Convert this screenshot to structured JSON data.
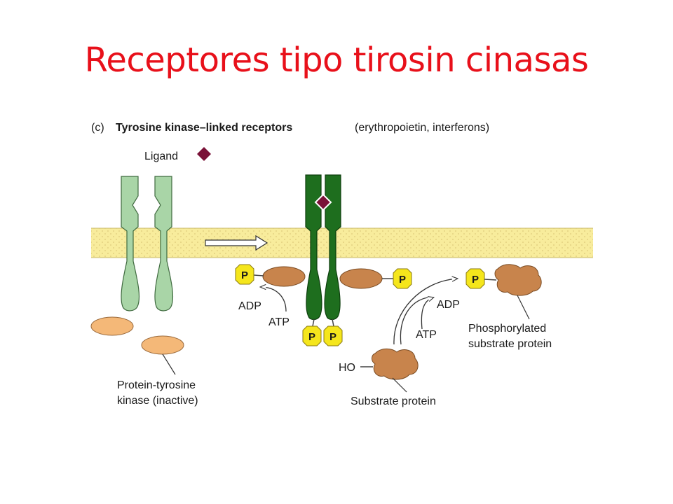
{
  "title": "Receptores tipo tirosin cinasas",
  "diagram": {
    "panel_letter": "(c)",
    "panel_heading": "Tyrosine kinase–linked receptors",
    "panel_examples": "(erythropoietin, interferons)",
    "ligand_label": "Ligand",
    "phosphate_symbol": "P",
    "adp_label": "ADP",
    "atp_label": "ATP",
    "ho_label": "HO",
    "inactive_kinase_label_line1": "Protein-tyrosine",
    "inactive_kinase_label_line2": "kinase (inactive)",
    "substrate_label": "Substrate protein",
    "phosphorylated_label_line1": "Phosphorylated",
    "phosphorylated_label_line2": "substrate protein"
  },
  "colors": {
    "title_red": "#e8101a",
    "membrane_yellow": "#f8ec9c",
    "receptor_inactive": "#a9d5a7",
    "receptor_active": "#1e6e1e",
    "ligand": "#7a1238",
    "kinase": "#d99a62",
    "substrate": "#c8844c",
    "phosphate": "#f5e61c"
  }
}
